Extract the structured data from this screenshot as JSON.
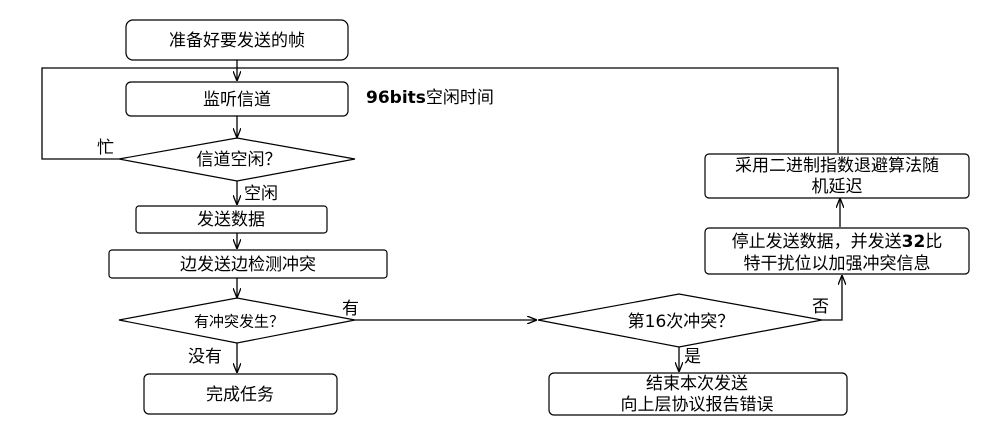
{
  "nodes": {
    "prepare_frame": "准备好要发送的帧",
    "listen_channel": "监听信道",
    "idle_time_note": {
      "bits": "96bits",
      "rest": "空闲时间"
    },
    "channel_idle_q": "信道空闲？",
    "send_data": "发送数据",
    "send_detect": "边发送边检测冲突",
    "collision_q": "有冲突发生？",
    "complete_task": "完成任务",
    "sixteenth_q": "第16次冲突？",
    "end_report": {
      "line1": "结束本次发送",
      "line2": "向上层协议报告错误"
    },
    "stop_jam": {
      "line1_a": "停止发送数据，并发送",
      "line1_b": "32",
      "line1_c": "比",
      "line2": "特干扰位以加强冲突信息"
    },
    "backoff": {
      "line1": "采用二进制指数退避算法随",
      "line2": "机延迟"
    }
  },
  "edge_labels": {
    "busy": "忙",
    "idle": "空闲",
    "yes_collision": "有",
    "no_collision": "没有",
    "is_sixteenth": "是",
    "not_sixteenth": "否"
  }
}
